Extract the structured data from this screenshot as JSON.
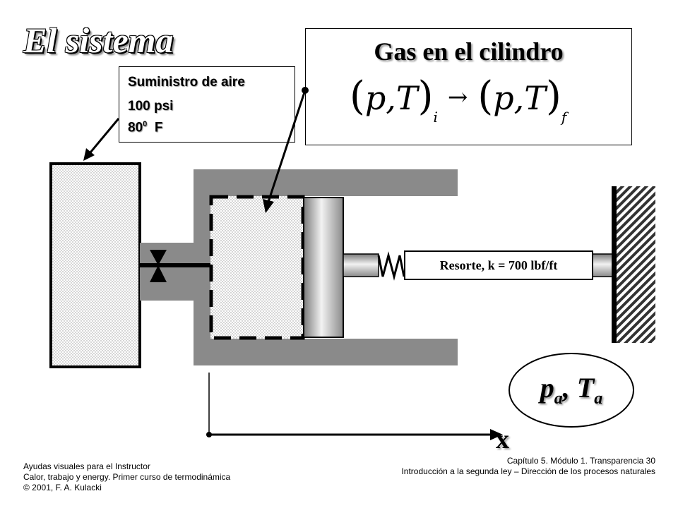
{
  "title": "El sistema",
  "supply": {
    "line1": "Suministro de aire",
    "line2": "100 psi",
    "line3_value": "80",
    "line3_sup": "0",
    "line3_unit": "F"
  },
  "gas": {
    "title": "Gas en el cilindro",
    "state_initial_sub": "i",
    "state_final_sub": "f",
    "state_vars": "p,T"
  },
  "spring": {
    "label": "Resorte, k = 700 lbf/ft"
  },
  "ambient": {
    "p": "p",
    "p_sub": "a",
    "T": "T",
    "T_sub": "a"
  },
  "axis": {
    "label": "x"
  },
  "footer_left": {
    "line1": "Ayudas visuales para el Instructor",
    "line2": "Calor, trabajo y energy.  Primer curso de termodinámica",
    "line3": "© 2001,  F.  A.  Kulacki"
  },
  "footer_right": {
    "line1": "Capítulo 5.  Módulo 1.  Transparencia  30",
    "line2": "Introducción a la segunda ley – Dirección de los procesos naturales"
  },
  "colors": {
    "cylinder_wall": "#8a8a8a",
    "dotted_fill": "#cfcfcf",
    "outline": "#000000"
  }
}
